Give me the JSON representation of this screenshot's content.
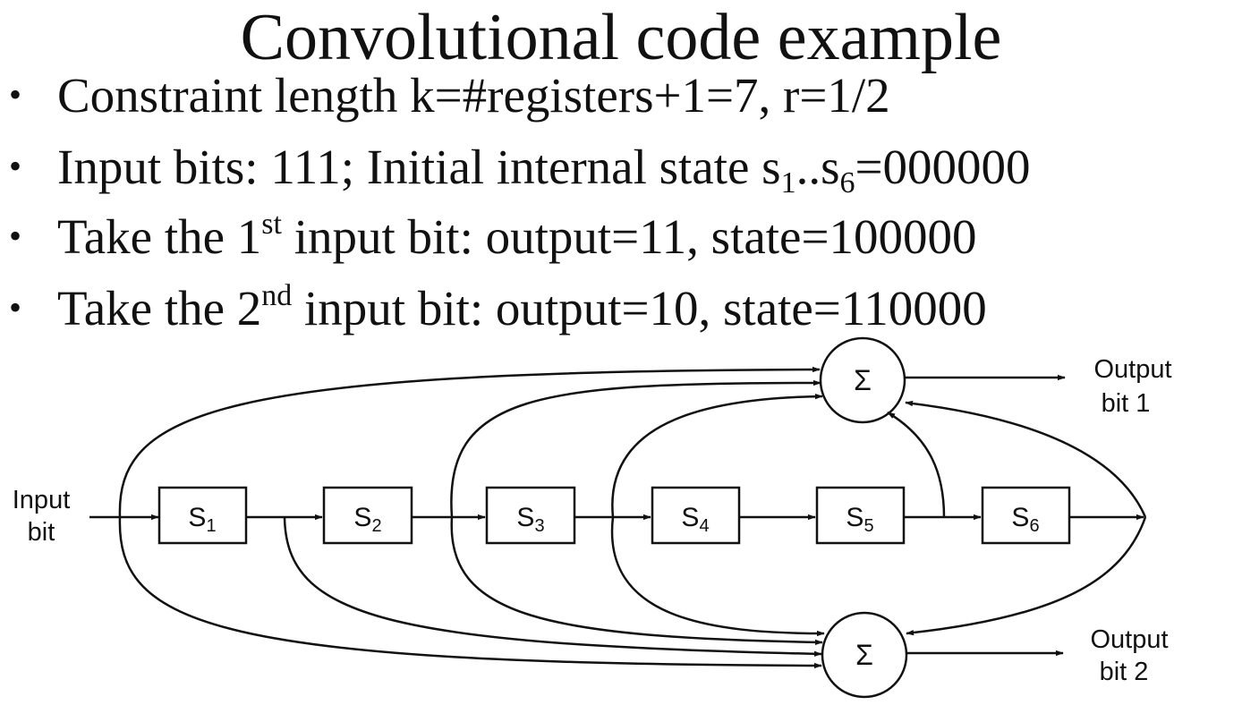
{
  "title": "Convolutional code example",
  "bullets": [
    {
      "parts": [
        {
          "text": "Constraint length k=#registers+1=7, r=1/2"
        }
      ]
    },
    {
      "parts": [
        {
          "text": "Input bits: 111; Initial internal state s"
        },
        {
          "sub": "1"
        },
        {
          "text": "..s"
        },
        {
          "sub": "6"
        },
        {
          "text": "=000000"
        }
      ]
    },
    {
      "parts": [
        {
          "text": "Take the 1"
        },
        {
          "sup": "st"
        },
        {
          "text": " input bit: output=11, state=100000"
        }
      ]
    },
    {
      "parts": [
        {
          "text": "Take the 2"
        },
        {
          "sup": "nd"
        },
        {
          "text": " input bit: output=10, state=110000"
        }
      ]
    }
  ],
  "diagram": {
    "input_label": [
      "Input",
      "bit"
    ],
    "registers": [
      {
        "base": "S",
        "sub": "1"
      },
      {
        "base": "S",
        "sub": "2"
      },
      {
        "base": "S",
        "sub": "3"
      },
      {
        "base": "S",
        "sub": "4"
      },
      {
        "base": "S",
        "sub": "5"
      },
      {
        "base": "S",
        "sub": "6"
      }
    ],
    "adders": [
      {
        "symbol": "Σ",
        "label": [
          "Output",
          "bit 1"
        ]
      },
      {
        "symbol": "Σ",
        "label": [
          "Output",
          "bit 2"
        ]
      }
    ]
  }
}
